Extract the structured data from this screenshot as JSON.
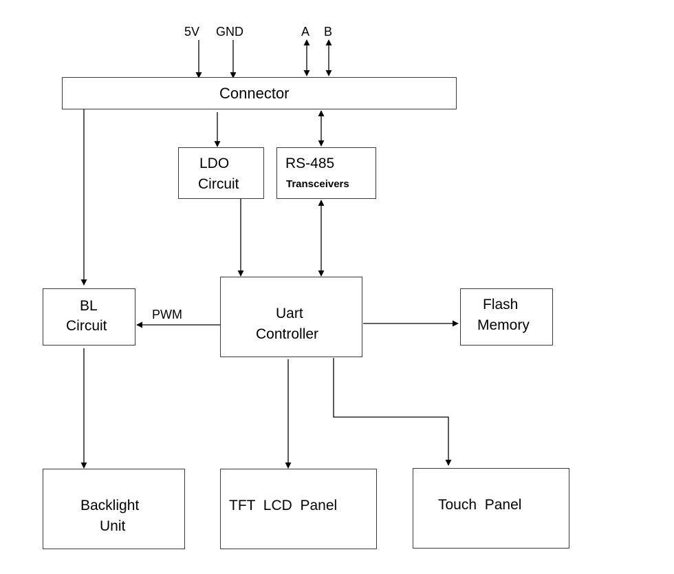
{
  "signals": {
    "v5": "5V",
    "gnd": "GND",
    "a": "A",
    "b": "B",
    "pwm": "PWM"
  },
  "blocks": {
    "connector": "Connector",
    "ldo": {
      "line1": "LDO",
      "line2": "Circuit"
    },
    "rs485": {
      "line1": "RS-485",
      "line2": "Transceivers"
    },
    "bl": {
      "line1": "BL",
      "line2": "Circuit"
    },
    "uart": {
      "line1": "Uart",
      "line2": "Controller"
    },
    "flash": {
      "line1": "Flash",
      "line2": "Memory"
    },
    "backlight": {
      "line1": "Backlight",
      "line2": "Unit"
    },
    "tft": "TFT  LCD  Panel",
    "touch": "Touch  Panel"
  },
  "colors": {
    "line": "#000000",
    "border": "#3a3a3a",
    "background": "#ffffff"
  }
}
